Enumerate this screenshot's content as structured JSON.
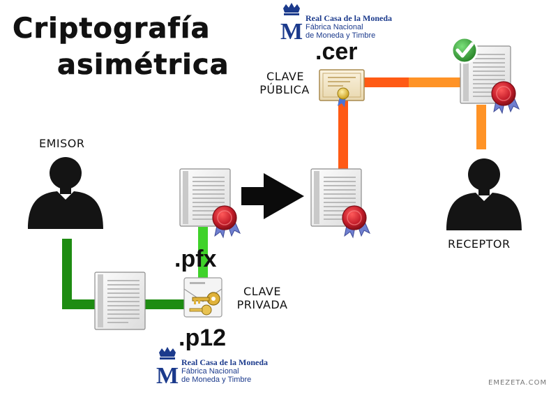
{
  "title": {
    "line1": "Criptografía",
    "line2": "asimétrica"
  },
  "labels": {
    "emisor": "EMISOR",
    "receptor": "RECEPTOR",
    "clave_publica_line1": "CLAVE",
    "clave_publica_line2": "PÚBLICA",
    "clave_privada_line1": "CLAVE",
    "clave_privada_line2": "PRIVADA"
  },
  "extensions": {
    "cer": ".cer",
    "pfx": ".pfx",
    "p12": ".p12"
  },
  "fnmt_logo": {
    "name": "Real Casa de la Moneda",
    "line2": "Fábrica Nacional",
    "line3": "de Moneda y Timbre"
  },
  "credit": "EMEZETA.COM",
  "colors": {
    "private_path": "#1e8c12",
    "private_path_light": "#3fd22a",
    "public_path": "#ff5a14",
    "public_path_light": "#ff9326",
    "fnmt_blue": "#1b3a8c",
    "seal_red": "#c41d2a",
    "check_green": "#2e9b2e"
  },
  "icons": [
    "person-icon",
    "document-icon",
    "wax-seal-icon",
    "certificate-icon",
    "keys-envelope-icon",
    "checkmark-icon",
    "arrow-right-icon",
    "crown-icon"
  ]
}
